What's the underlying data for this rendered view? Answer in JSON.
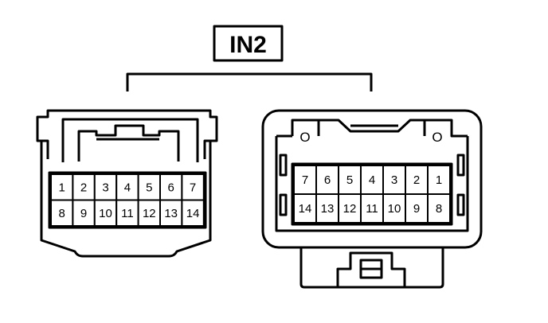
{
  "connector_label": "IN2",
  "left_connector": {
    "rows": [
      [
        "1",
        "2",
        "3",
        "4",
        "5",
        "6",
        "7"
      ],
      [
        "8",
        "9",
        "10",
        "11",
        "12",
        "13",
        "14"
      ]
    ]
  },
  "right_connector": {
    "rows": [
      [
        "7",
        "6",
        "5",
        "4",
        "3",
        "2",
        "1"
      ],
      [
        "14",
        "13",
        "12",
        "11",
        "10",
        "9",
        "8"
      ]
    ],
    "latch_marks": [
      "O",
      "O"
    ]
  },
  "colors": {
    "stroke": "#000000",
    "background": "#ffffff"
  }
}
